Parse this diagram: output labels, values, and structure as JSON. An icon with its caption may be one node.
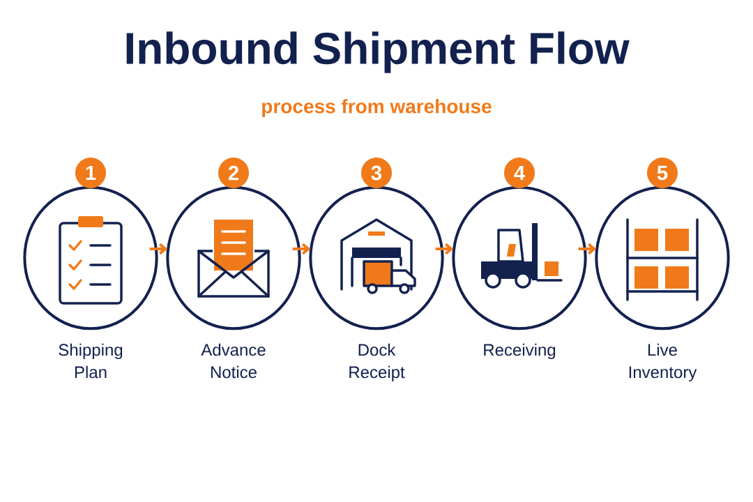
{
  "diagram": {
    "title": "Inbound Shipment Flow",
    "nodes": [
      {
        "text": [
          "1",
          "Shipping Plan"
        ]
      },
      {
        "text": [
          "2",
          "Advance Notice"
        ]
      },
      {
        "text": [
          "3",
          "Dock Receipt"
        ]
      },
      {
        "text": [
          "4",
          "Receiving"
        ]
      },
      {
        "text": [
          "5",
          "Live Inventory"
        ]
      }
    ],
    "edges": [
      {
        "from": 0,
        "to": 1,
        "arrow": "to"
      },
      {
        "from": 1,
        "to": 2,
        "arrow": "to"
      },
      {
        "from": 2,
        "to": 3,
        "arrow": "to"
      },
      {
        "from": 3,
        "to": 4,
        "arrow": "to"
      }
    ],
    "labels": [
      "process from warehouse"
    ]
  }
}
